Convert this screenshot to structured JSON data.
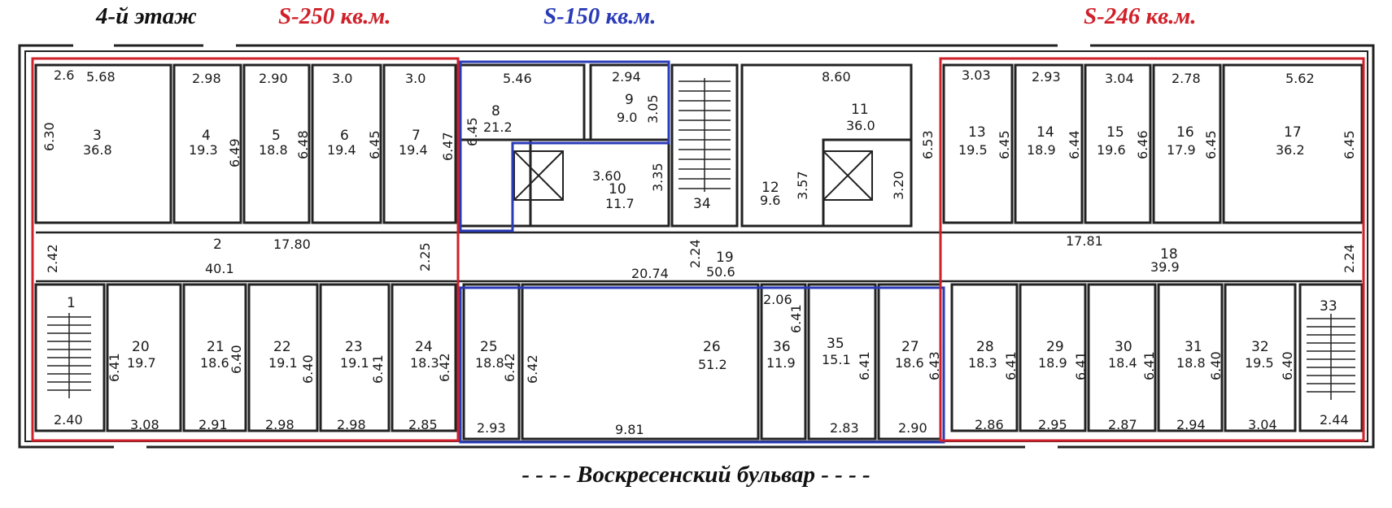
{
  "header": {
    "floor_label": "4-й этаж",
    "area_left": "S-250 кв.м.",
    "area_center": "S-150 кв.м.",
    "area_right": "S-246 кв.м."
  },
  "footer": {
    "street": "- - - -  Воскресенский бульвар  - - - -"
  },
  "colors": {
    "left_zone": "#d0202a",
    "center_zone": "#2a3bb8",
    "right_zone": "#d0202a",
    "floor_label": "#111111",
    "plan_lines": "#222222"
  },
  "rooms": {
    "r1": {
      "num": "1"
    },
    "r2": {
      "num": "2",
      "area": "40.1"
    },
    "r3": {
      "num": "3",
      "area": "36.8"
    },
    "r4": {
      "num": "4",
      "area": "19.3"
    },
    "r5": {
      "num": "5",
      "area": "18.8"
    },
    "r6": {
      "num": "6",
      "area": "19.4"
    },
    "r7": {
      "num": "7",
      "area": "19.4"
    },
    "r8": {
      "num": "8",
      "area": "21.2"
    },
    "r9": {
      "num": "9",
      "area": "9.0"
    },
    "r10": {
      "num": "10",
      "area": "11.7"
    },
    "r11": {
      "num": "11",
      "area": "36.0"
    },
    "r12": {
      "num": "12",
      "area": "9.6"
    },
    "r13": {
      "num": "13",
      "area": "19.5"
    },
    "r14": {
      "num": "14",
      "area": "18.9"
    },
    "r15": {
      "num": "15",
      "area": "19.6"
    },
    "r16": {
      "num": "16",
      "area": "17.9"
    },
    "r17": {
      "num": "17",
      "area": "36.2"
    },
    "r18": {
      "num": "18",
      "area": "39.9"
    },
    "r19": {
      "num": "19",
      "area": "50.6"
    },
    "r20": {
      "num": "20",
      "area": "19.7"
    },
    "r21": {
      "num": "21",
      "area": "18.6"
    },
    "r22": {
      "num": "22",
      "area": "19.1"
    },
    "r23": {
      "num": "23",
      "area": "19.1"
    },
    "r24": {
      "num": "24",
      "area": "18.3"
    },
    "r25": {
      "num": "25",
      "area": "18.8"
    },
    "r26": {
      "num": "26",
      "area": "51.2"
    },
    "r27": {
      "num": "27",
      "area": "18.6"
    },
    "r28": {
      "num": "28",
      "area": "18.3"
    },
    "r29": {
      "num": "29",
      "area": "18.9"
    },
    "r30": {
      "num": "30",
      "area": "18.4"
    },
    "r31": {
      "num": "31",
      "area": "18.8"
    },
    "r32": {
      "num": "32",
      "area": "19.5"
    },
    "r33": {
      "num": "33"
    },
    "r34": {
      "num": "34"
    },
    "r35": {
      "num": "35",
      "area": "15.1"
    },
    "r36": {
      "num": "36",
      "area": "11.9"
    }
  },
  "dims": {
    "top": [
      "2.6",
      "5.68",
      "2.98",
      "2.90",
      "3.0",
      "3.0",
      "5.46",
      "2.94",
      "8.60",
      "3.03",
      "2.93",
      "3.04",
      "2.78",
      "5.62"
    ],
    "upper_depth": [
      "6.30",
      "6.49",
      "6.48",
      "6.45",
      "6.47",
      "6.45",
      "3.05",
      "3.35",
      "3.57",
      "3.20",
      "6.53",
      "6.45",
      "6.44",
      "6.46",
      "6.45",
      "6.45"
    ],
    "stair_widths": [
      "3.60"
    ],
    "corridor": [
      "2.42",
      "17.80",
      "2.25",
      "2.24",
      "20.74",
      "17.81",
      "2.24"
    ],
    "lower_depth": [
      "6.41",
      "6.40",
      "6.40",
      "6.41",
      "6.42",
      "6.42",
      "6.42",
      "6.41",
      "6.41",
      "6.41",
      "6.41",
      "6.40",
      "6.40",
      "6.43"
    ],
    "lower_small": [
      "2.06",
      "6.41"
    ],
    "bottom": [
      "2.40",
      "3.08",
      "2.91",
      "2.98",
      "2.98",
      "2.85",
      "2.93",
      "9.81",
      "2.83",
      "2.90",
      "2.86",
      "2.95",
      "2.87",
      "2.94",
      "3.04",
      "2.44"
    ]
  }
}
